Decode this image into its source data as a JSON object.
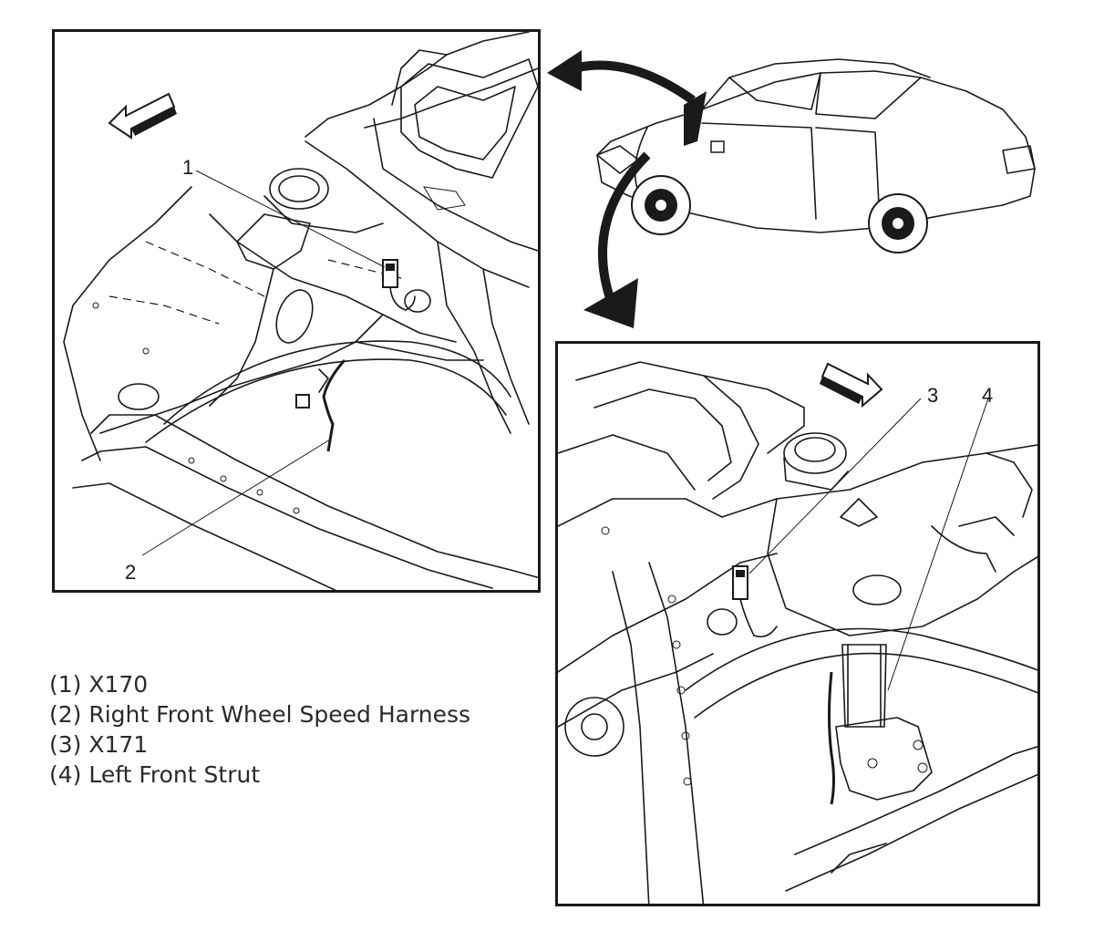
{
  "callouts": {
    "c1": "1",
    "c2": "2",
    "c3": "3",
    "c4": "4"
  },
  "legend": [
    "(1) X170",
    "(2) Right Front Wheel Speed Harness",
    "(3) X171",
    "(4) Left Front Strut"
  ],
  "icons": {
    "left_panel_direction": "arrow-left-icon",
    "right_panel_direction": "arrow-right-icon",
    "car": "sedan-illustration"
  }
}
